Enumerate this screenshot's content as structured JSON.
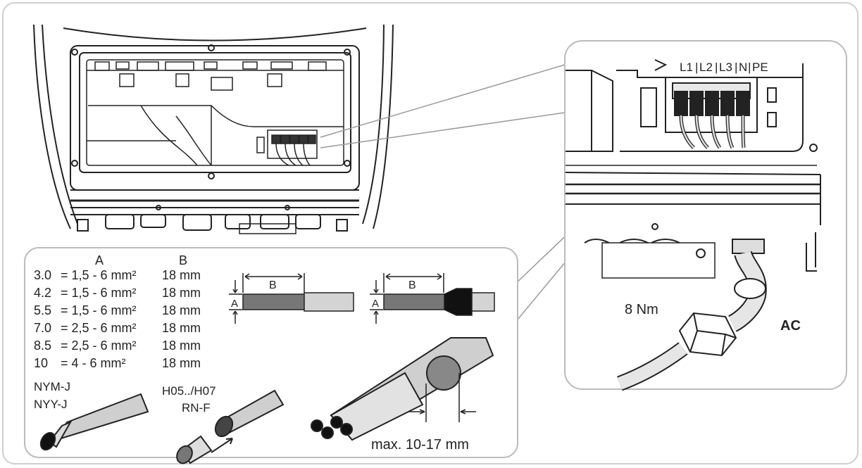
{
  "inset_terminal": {
    "terminal_labels": [
      "L1",
      "L2",
      "L3",
      "N",
      "PE"
    ],
    "torque": "8 Nm",
    "ac_label": "AC"
  },
  "cable_table": {
    "header_a": "A",
    "header_b": "B",
    "rows": [
      {
        "a_value": "3.0",
        "cross_section": "= 1,5 - 6 mm²",
        "strip_length": "18 mm"
      },
      {
        "a_value": "4.2",
        "cross_section": "= 1,5 - 6 mm²",
        "strip_length": "18 mm"
      },
      {
        "a_value": "5.5",
        "cross_section": "= 1,5 - 6 mm²",
        "strip_length": "18 mm"
      },
      {
        "a_value": "7.0",
        "cross_section": "= 2,5 - 6 mm²",
        "strip_length": "18 mm"
      },
      {
        "a_value": "8.5",
        "cross_section": "= 2,5 - 6 mm²",
        "strip_length": "18 mm"
      },
      {
        "a_value": "10",
        "cross_section": "= 4   - 6 mm²",
        "strip_length": "18 mm"
      }
    ]
  },
  "strip_diagrams": {
    "dim_a": "A",
    "dim_b": "B"
  },
  "cable_types": {
    "solid": [
      "NYM-J",
      "NYY-J"
    ],
    "flexible": [
      "H05../H07",
      "RN-F"
    ]
  },
  "cable_diameter": "max. 10-17 mm"
}
